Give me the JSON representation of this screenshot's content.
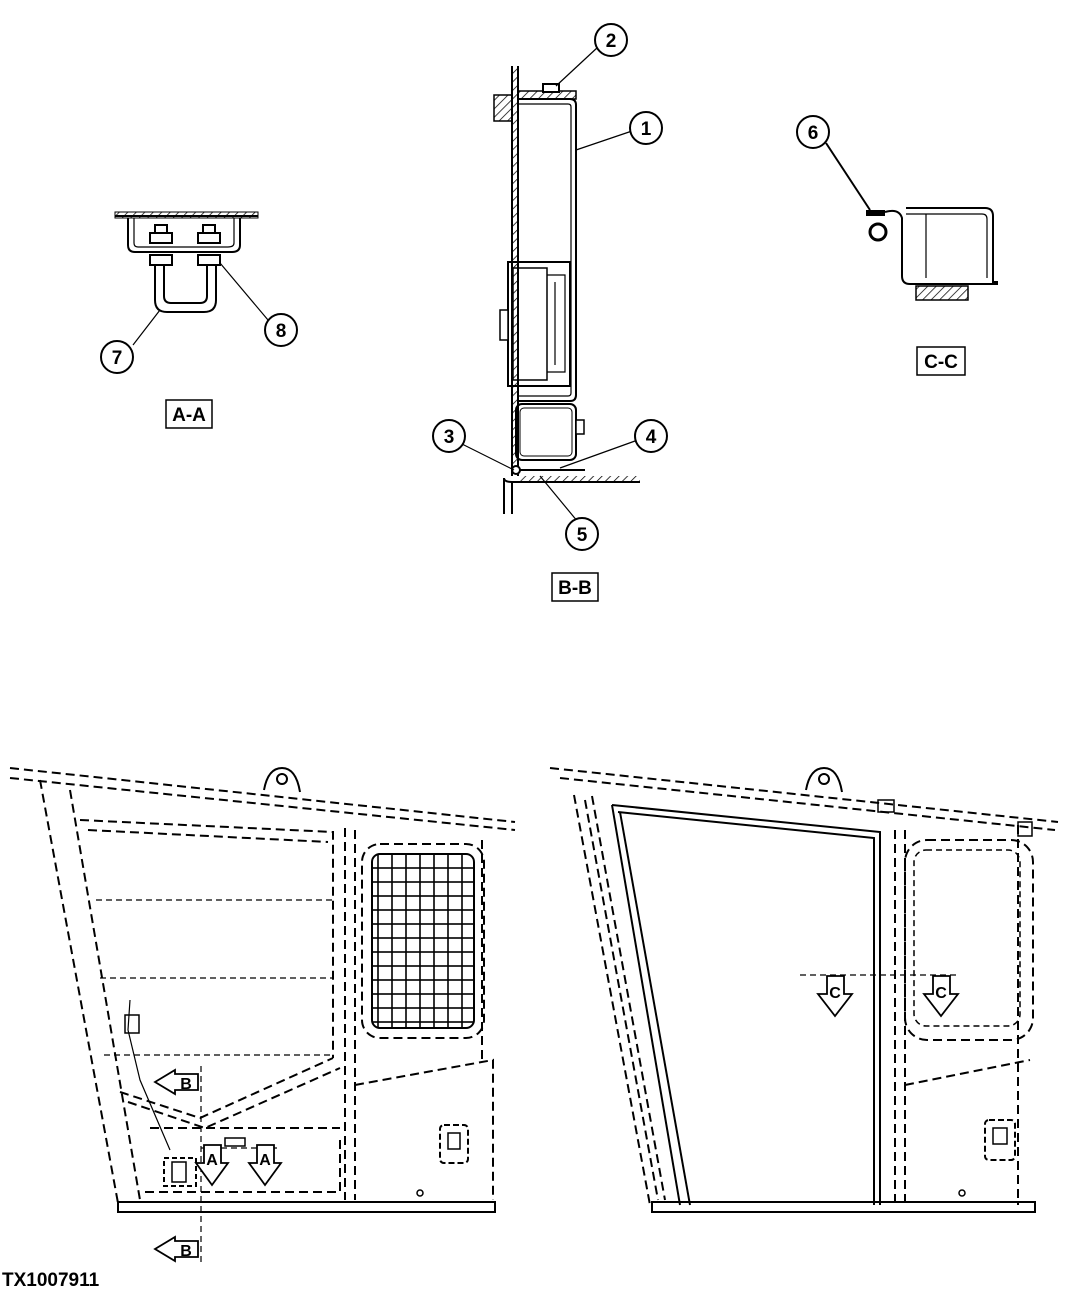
{
  "figure_id": "TX1007911",
  "callouts": [
    "1",
    "2",
    "3",
    "4",
    "5",
    "6",
    "7",
    "8"
  ],
  "section_labels": {
    "a": "A-A",
    "b": "B-B",
    "c": "C-C"
  },
  "section_markers": {
    "a": "A",
    "b": "B",
    "c": "C"
  }
}
